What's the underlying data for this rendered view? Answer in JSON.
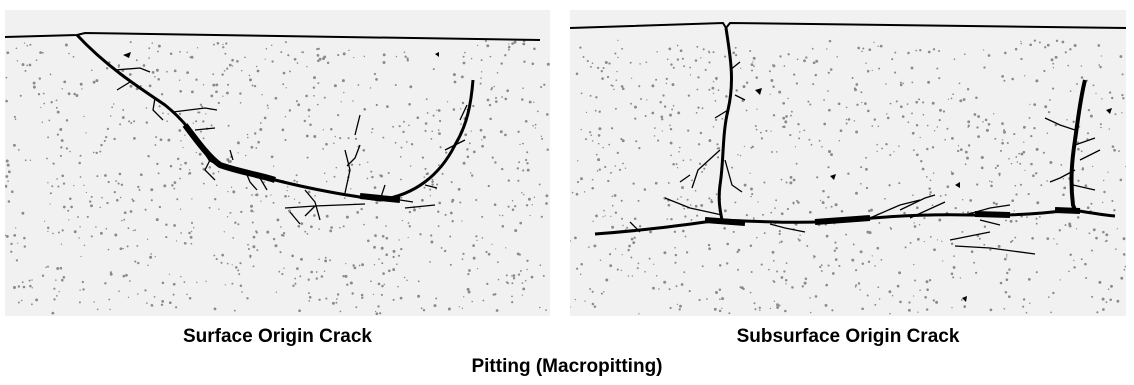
{
  "figure": {
    "caption": "Pitting (Macropitting)",
    "panels": [
      {
        "label": "Surface Origin Crack"
      },
      {
        "label": "Subsurface Origin Crack"
      }
    ]
  },
  "colors": {
    "panel_background": "#f1f1f1",
    "crack": "#000000",
    "speckle": "#8a8a8a"
  }
}
